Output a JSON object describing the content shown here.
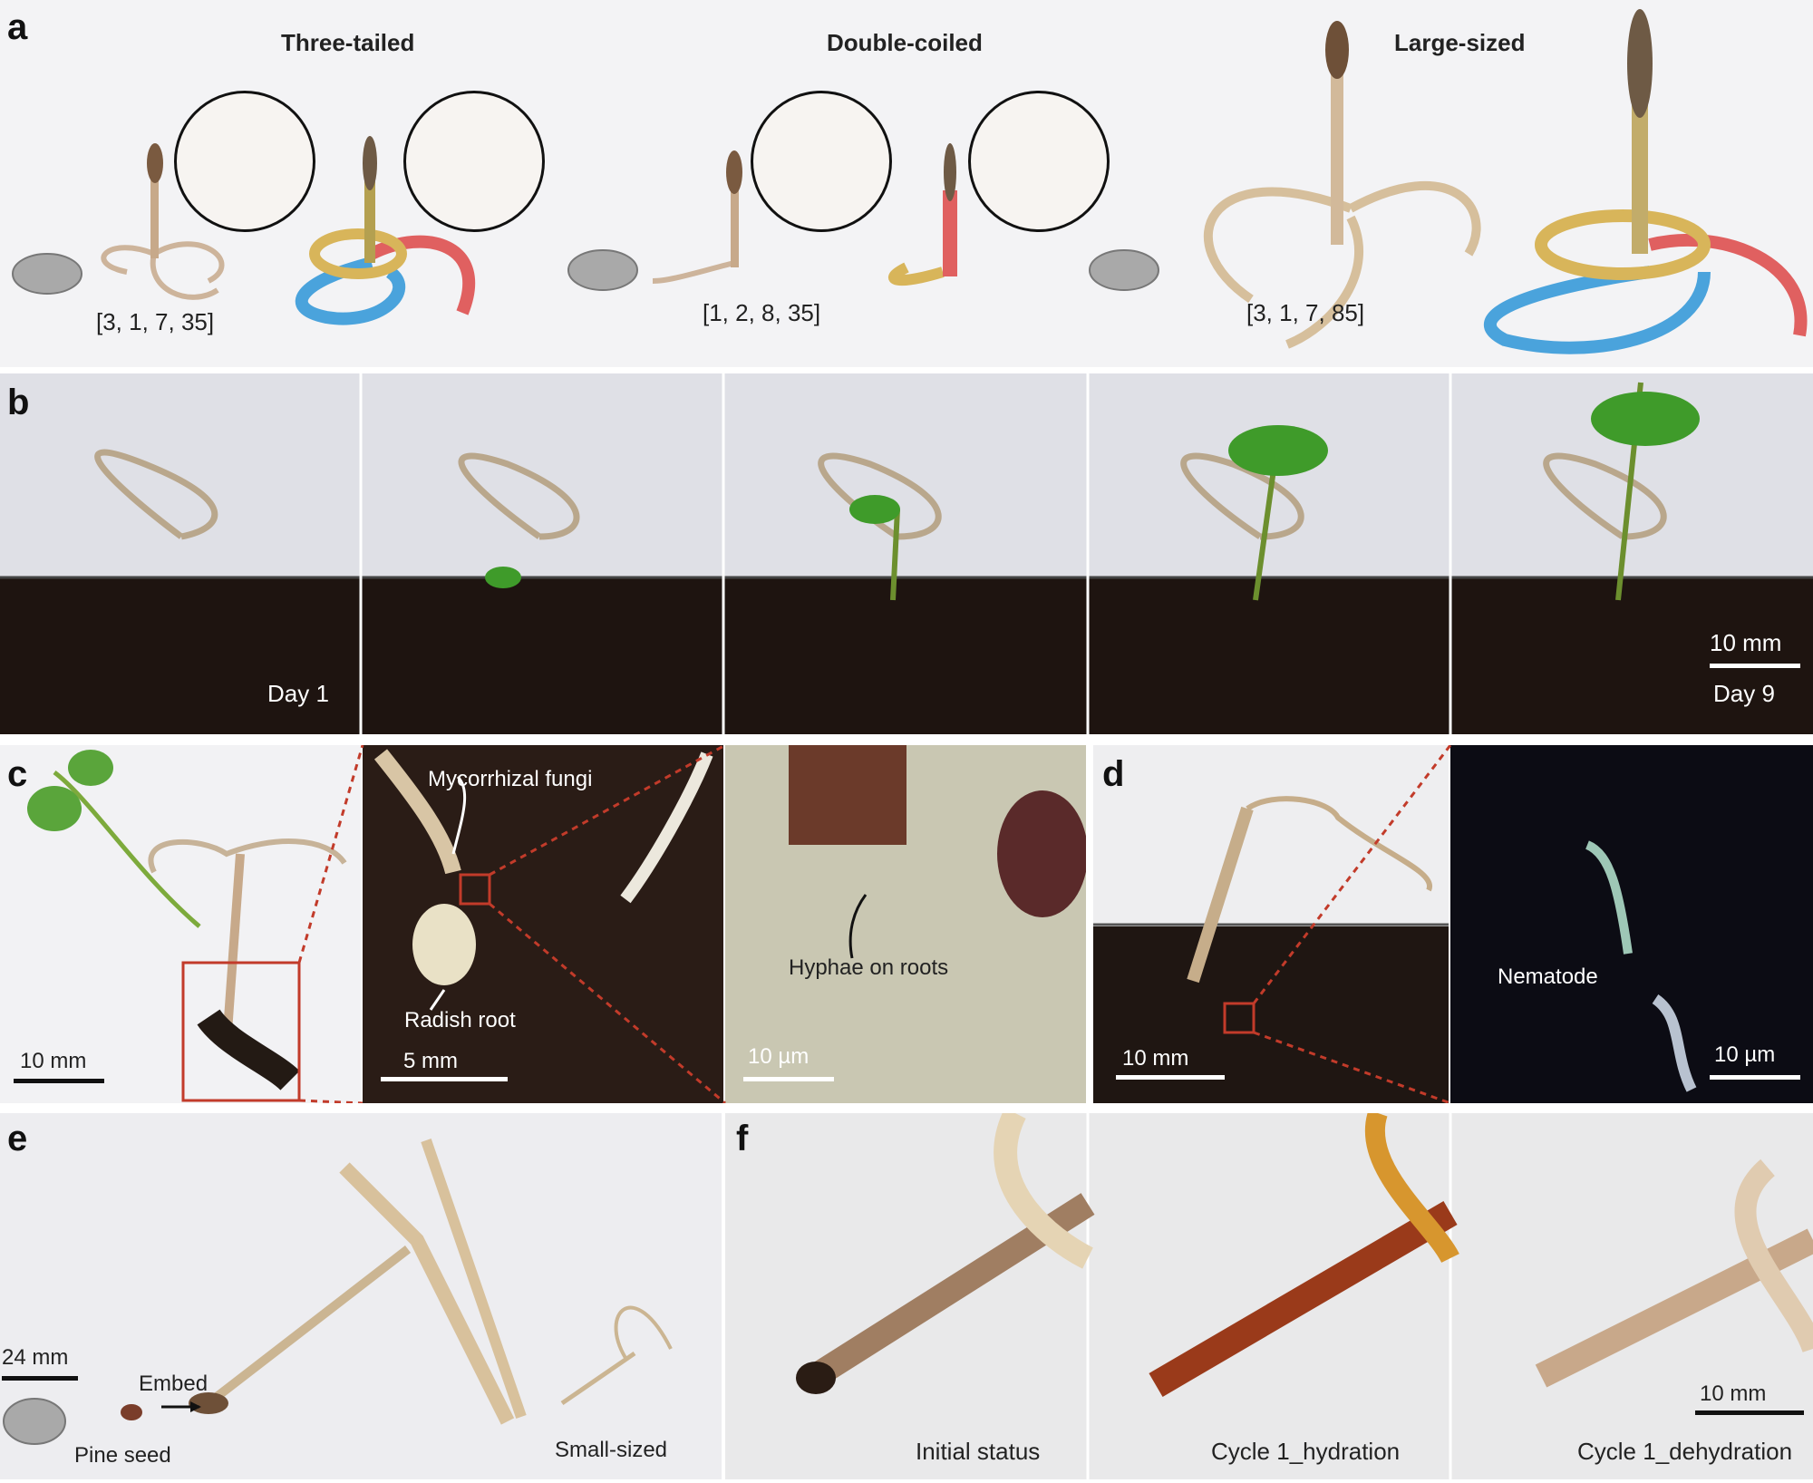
{
  "panel_labels": {
    "a": "a",
    "b": "b",
    "c": "c",
    "d": "d",
    "e": "e",
    "f": "f"
  },
  "panel_a": {
    "groups": [
      {
        "title": "Three-tailed",
        "params": "[3, 1, 7, 35]"
      },
      {
        "title": "Double-coiled",
        "params": "[1, 2, 8, 35]"
      },
      {
        "title": "Large-sized",
        "params": "[3, 1, 7, 85]"
      }
    ],
    "colors": {
      "yellow": "#d8b55a",
      "red": "#e06060",
      "blue": "#4aa3dc",
      "wood": "#c9ae8a"
    }
  },
  "panel_b": {
    "day_start": "Day 1",
    "day_end": "Day 9",
    "scale": "10 mm"
  },
  "panel_c": {
    "scale1": "10 mm",
    "label_fungi": "Mycorrhizal fungi",
    "label_root": "Radish root",
    "scale2": "5 mm",
    "label_hyphae": "Hyphae on roots",
    "scale3": "10 µm"
  },
  "panel_d": {
    "scale1": "10 mm",
    "label_nematode": "Nematode",
    "scale2": "10 µm"
  },
  "panel_e": {
    "scale": "24 mm",
    "label_embed": "Embed",
    "label_pine": "Pine seed",
    "label_small": "Small-sized"
  },
  "panel_f": {
    "frames": [
      "Initial status",
      "Cycle 1_hydration",
      "Cycle 1_dehydration"
    ],
    "scale": "10 mm"
  }
}
